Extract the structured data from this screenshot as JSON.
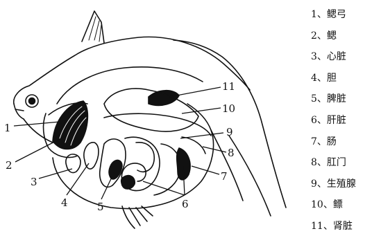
{
  "figure": {
    "callouts": [
      "1",
      "2",
      "3",
      "4",
      "5",
      "6",
      "7",
      "8",
      "9",
      "10",
      "11"
    ],
    "legend": [
      "1、鳃弓",
      "2、鳃",
      "3、心脏",
      "4、胆",
      "5、脾脏",
      "6、肝脏",
      "7、肠",
      "8、肛门",
      "9、生殖腺",
      "10、鳔",
      "11、肾脏"
    ]
  }
}
